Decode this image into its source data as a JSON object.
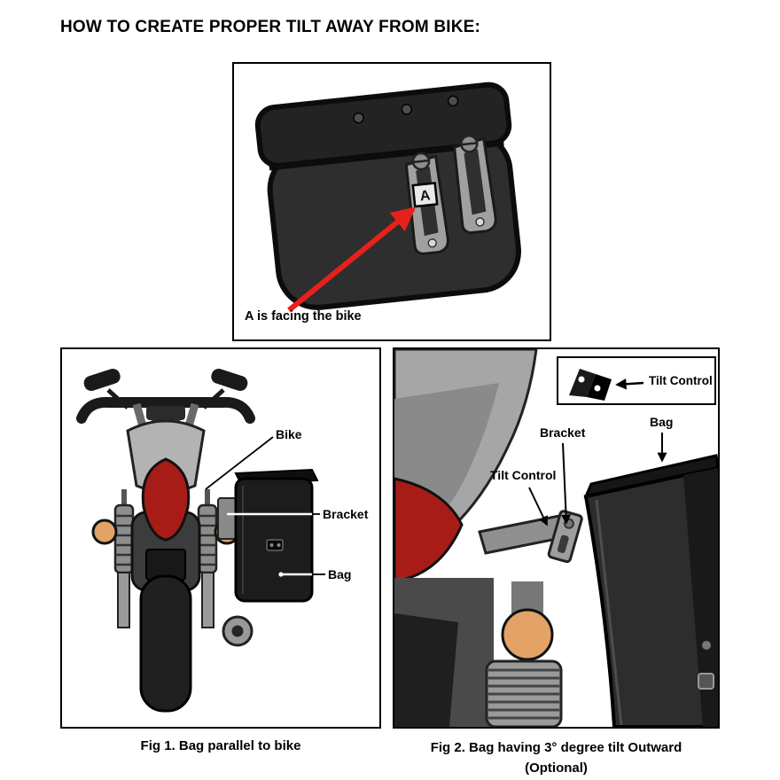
{
  "title": "HOW TO CREATE PROPER TILT AWAY FROM BIKE:",
  "top_figure": {
    "bracket_label": "A",
    "caption": "A is facing the bike"
  },
  "fig1": {
    "labels": {
      "bike": "Bike",
      "bracket": "Bracket",
      "bag": "Bag"
    },
    "caption": "Fig 1. Bag parallel to bike"
  },
  "fig2": {
    "inset_label": "Tilt Control",
    "labels": {
      "tilt_control": "Tilt Control",
      "bracket": "Bracket",
      "bag": "Bag"
    },
    "caption_line1": "Fig 2. Bag having 3° degree tilt Outward",
    "caption_line2": "(Optional)"
  },
  "colors": {
    "arrow_red": "#e8201c",
    "seat_red": "#a81c18",
    "signal_orange": "#e3a266",
    "bag_black": "#1c1c1c",
    "metal_gray": "#9b9b9b"
  }
}
